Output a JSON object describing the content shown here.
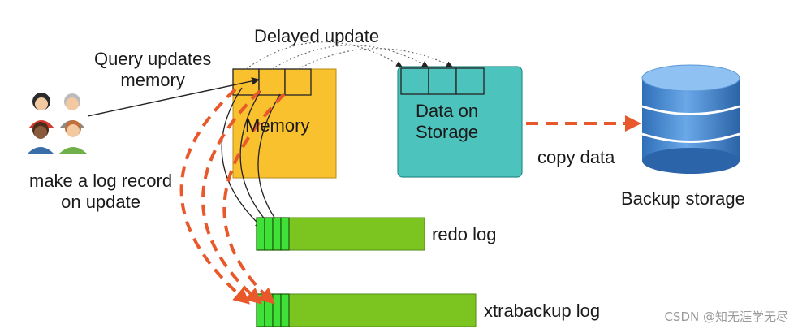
{
  "labels": {
    "delayed_update": "Delayed update",
    "query_updates_line1": "Query updates",
    "query_updates_line2": "memory",
    "memory": "Memory",
    "data_on_storage_line1": "Data on",
    "data_on_storage_line2": "Storage",
    "copy_data": "copy data",
    "backup_storage": "Backup storage",
    "make_log_line1": "make a log record",
    "make_log_line2": "on update",
    "redo_log": "redo log",
    "xtrabackup_log": "xtrabackup log"
  },
  "watermark": "CSDN @知无涯学无尽",
  "colors": {
    "memory_fill": "#f9c12e",
    "storage_fill": "#4dc3bd",
    "log_fill": "#7cc520",
    "log_highlight": "#3fe037",
    "arrow_orange": "#e8582a",
    "disk_blue": "#3f86d2",
    "line_dark": "#222222"
  },
  "icons": [
    "users-icon",
    "database-icon"
  ]
}
